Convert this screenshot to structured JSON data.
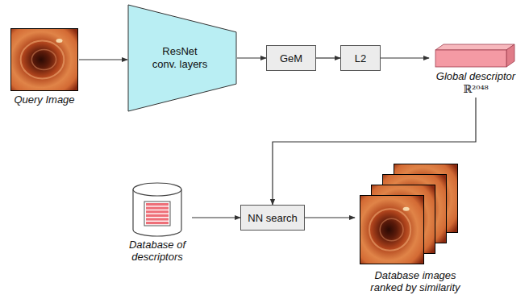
{
  "diagram": {
    "nodes": [
      {
        "text": [
          "Query Image"
        ]
      },
      {
        "text": [
          "ResNet conv. layers"
        ]
      },
      {
        "text": [
          "GeM"
        ]
      },
      {
        "text": [
          "L2"
        ]
      },
      {
        "text": [
          "Global descriptor",
          "ℝ²⁰⁴⁸"
        ]
      },
      {
        "text": [
          "Database of descriptors"
        ]
      },
      {
        "text": [
          "NN search"
        ]
      },
      {
        "text": [
          "Database images ranked by similarity"
        ]
      }
    ],
    "edges": [
      {
        "from": 0,
        "to": 1,
        "arrow": "to"
      },
      {
        "from": 1,
        "to": 2,
        "arrow": "to"
      },
      {
        "from": 2,
        "to": 3,
        "arrow": "to"
      },
      {
        "from": 3,
        "to": 4,
        "arrow": "to"
      },
      {
        "from": 4,
        "to": 6,
        "arrow": "to"
      },
      {
        "from": 5,
        "to": 6,
        "arrow": "to"
      },
      {
        "from": 6,
        "to": 7,
        "arrow": "to"
      }
    ]
  }
}
